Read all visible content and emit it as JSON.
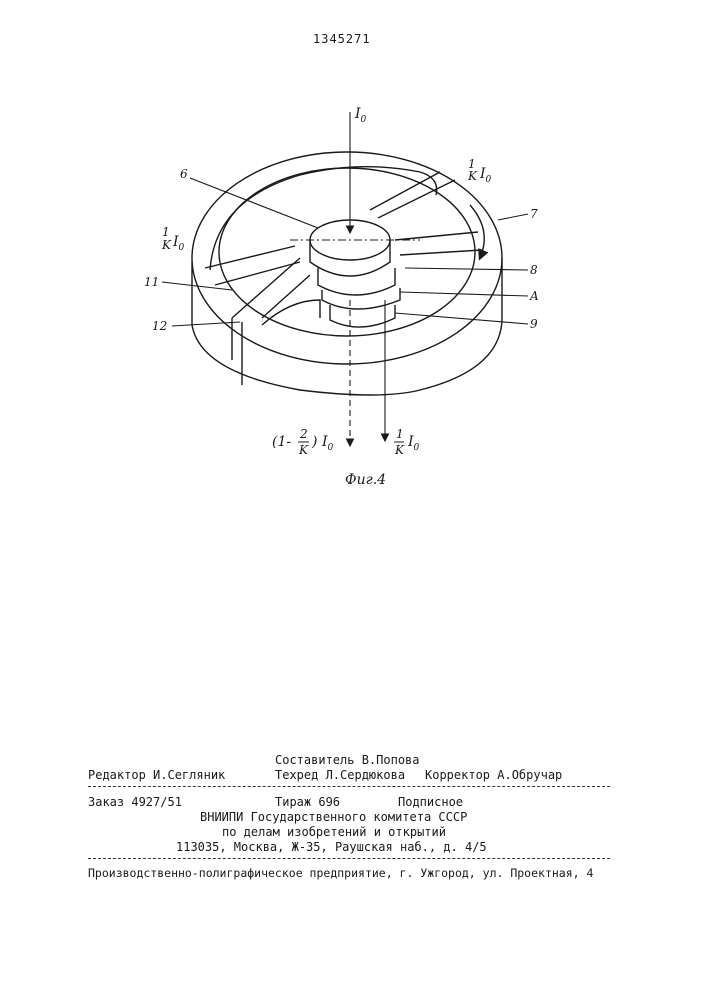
{
  "patent_number": "1345271",
  "figure": {
    "caption": "Фиг.4",
    "labels": {
      "top_current": "I",
      "top_current_sub": "0",
      "right_fraction_num": "1",
      "right_fraction_den": "K",
      "right_current": "I",
      "right_current_sub": "0",
      "left_fraction_num": "1",
      "left_fraction_den": "K",
      "left_current": "I",
      "left_current_sub": "0",
      "ref_6": "6",
      "ref_7": "7",
      "ref_8": "8",
      "ref_A": "A",
      "ref_9": "9",
      "ref_11": "11",
      "ref_12": "12",
      "bottom_left_open": "(1-",
      "bottom_left_num": "2",
      "bottom_left_den": "K",
      "bottom_left_close": ")",
      "bottom_left_current": "I",
      "bottom_left_sub": "0",
      "bottom_right_num": "1",
      "bottom_right_den": "K",
      "bottom_right_current": "I",
      "bottom_right_sub": "0"
    }
  },
  "footer": {
    "compiler": "Составитель В.Попова",
    "editor": "Редактор   И.Сегляник",
    "techred": "Техред Л.Сердюкова",
    "corrector": "Корректор А.Обручар",
    "order": "Заказ 4927/51",
    "print_run": "Тираж 696",
    "subscription": "Подписное",
    "org_line1": "ВНИИПИ Государственного комитета СССР",
    "org_line2": "по делам изобретений и открытий",
    "address": "113035, Москва, Ж-35, Раушская наб., д. 4/5",
    "printer": "Производственно-полиграфическое предприятие, г. Ужгород, ул. Проектная, 4"
  }
}
